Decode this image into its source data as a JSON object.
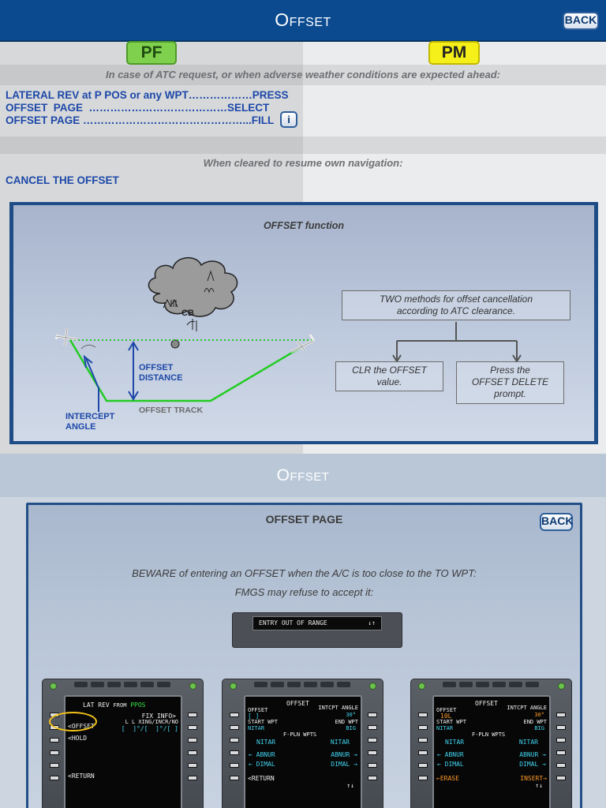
{
  "header": {
    "title": "Offset",
    "back_label": "BACK"
  },
  "roles": {
    "pf": "PF",
    "pm": "PM"
  },
  "procedure": {
    "note_atc": "In case of ATC request, or when adverse weather conditions are expected ahead:",
    "actions": [
      "LATERAL REV at P POS or any WPT………………PRESS",
      "OFFSET  PAGE  …………………………………SELECT",
      "OFFSET PAGE ………………………………………...FILL"
    ],
    "info_label": "i",
    "note_resume": "When cleared to resume own navigation:",
    "cancel_action": "CANCEL THE OFFSET"
  },
  "diagram": {
    "title": "OFFSET function",
    "cloud_label": "CB",
    "offset_distance": [
      "OFFSET",
      "DISTANCE"
    ],
    "offset_track": "OFFSET TRACK",
    "intercept_angle": [
      "INTERCEPT",
      "ANGLE"
    ],
    "methods_title": [
      "TWO methods for offset cancellation",
      "according to ATC clearance."
    ],
    "method_1": [
      "CLR the OFFSET",
      "value."
    ],
    "method_2": [
      "Press the",
      "OFFSET DELETE",
      "prompt."
    ],
    "colors": {
      "track": "#22cc22",
      "arrows": "#1d48a8",
      "connector": "#555555"
    }
  },
  "subheader": {
    "title": "Offset"
  },
  "offset_page": {
    "title": "OFFSET PAGE",
    "back_label": "BACK",
    "warning_1": "BEWARE of entering an OFFSET when the A/C is too close to the TO WPT:",
    "warning_2": "FMGS may refuse to accept it:",
    "scratchpad_message": "ENTRY OUT OF RANGE",
    "scratchpad_arrows": "↓↑"
  },
  "mcdu_1": {
    "title_a": "LAT REV",
    "title_from": "FROM",
    "title_b": "PPOS",
    "fix_info": "FIX INFO>",
    "ll_label": "L L XING/INCR/NO",
    "ll_value": "[  ]°/[  ]°/[ ]",
    "offset": "<OFFSET",
    "hold": "<HOLD",
    "return": "<RETURN"
  },
  "mcdu_2": {
    "title": "OFFSET",
    "offset_label": "OFFSET",
    "intcpt_label": "INTCPT ANGLE",
    "offset_value": "[ ]",
    "intcpt_value": "30°",
    "start_label": "START WPT",
    "end_label": "END WPT",
    "start_value": "NITAR",
    "end_value": "BIG",
    "fpln_label": "F-PLN WPTS",
    "row1_l": "NITAR",
    "row1_r": "NITAR",
    "row2_l": "← ABNUR",
    "row2_r": "ABNUR →",
    "row3_l": "← DIMAL",
    "row3_r": "DIMAL →",
    "return": "<RETURN",
    "arrows": "↑↓"
  },
  "mcdu_3": {
    "title": "OFFSET",
    "offset_label": "OFFSET",
    "intcpt_label": "INTCPT ANGLE",
    "offset_value": "10L",
    "intcpt_value": "30°",
    "start_label": "START WPT",
    "end_label": "END WPT",
    "start_value": "NITAR",
    "end_value": "BIG",
    "fpln_label": "F-PLN WPTS",
    "row1_l": "NITAR",
    "row1_r": "NITAR",
    "row2_l": "← ABNUR",
    "row2_r": "ABNUR →",
    "row3_l": "← DIMAL",
    "row3_r": "DIMAL →",
    "erase": "←ERASE",
    "insert": "INSERT→",
    "arrows": "↑↓"
  }
}
